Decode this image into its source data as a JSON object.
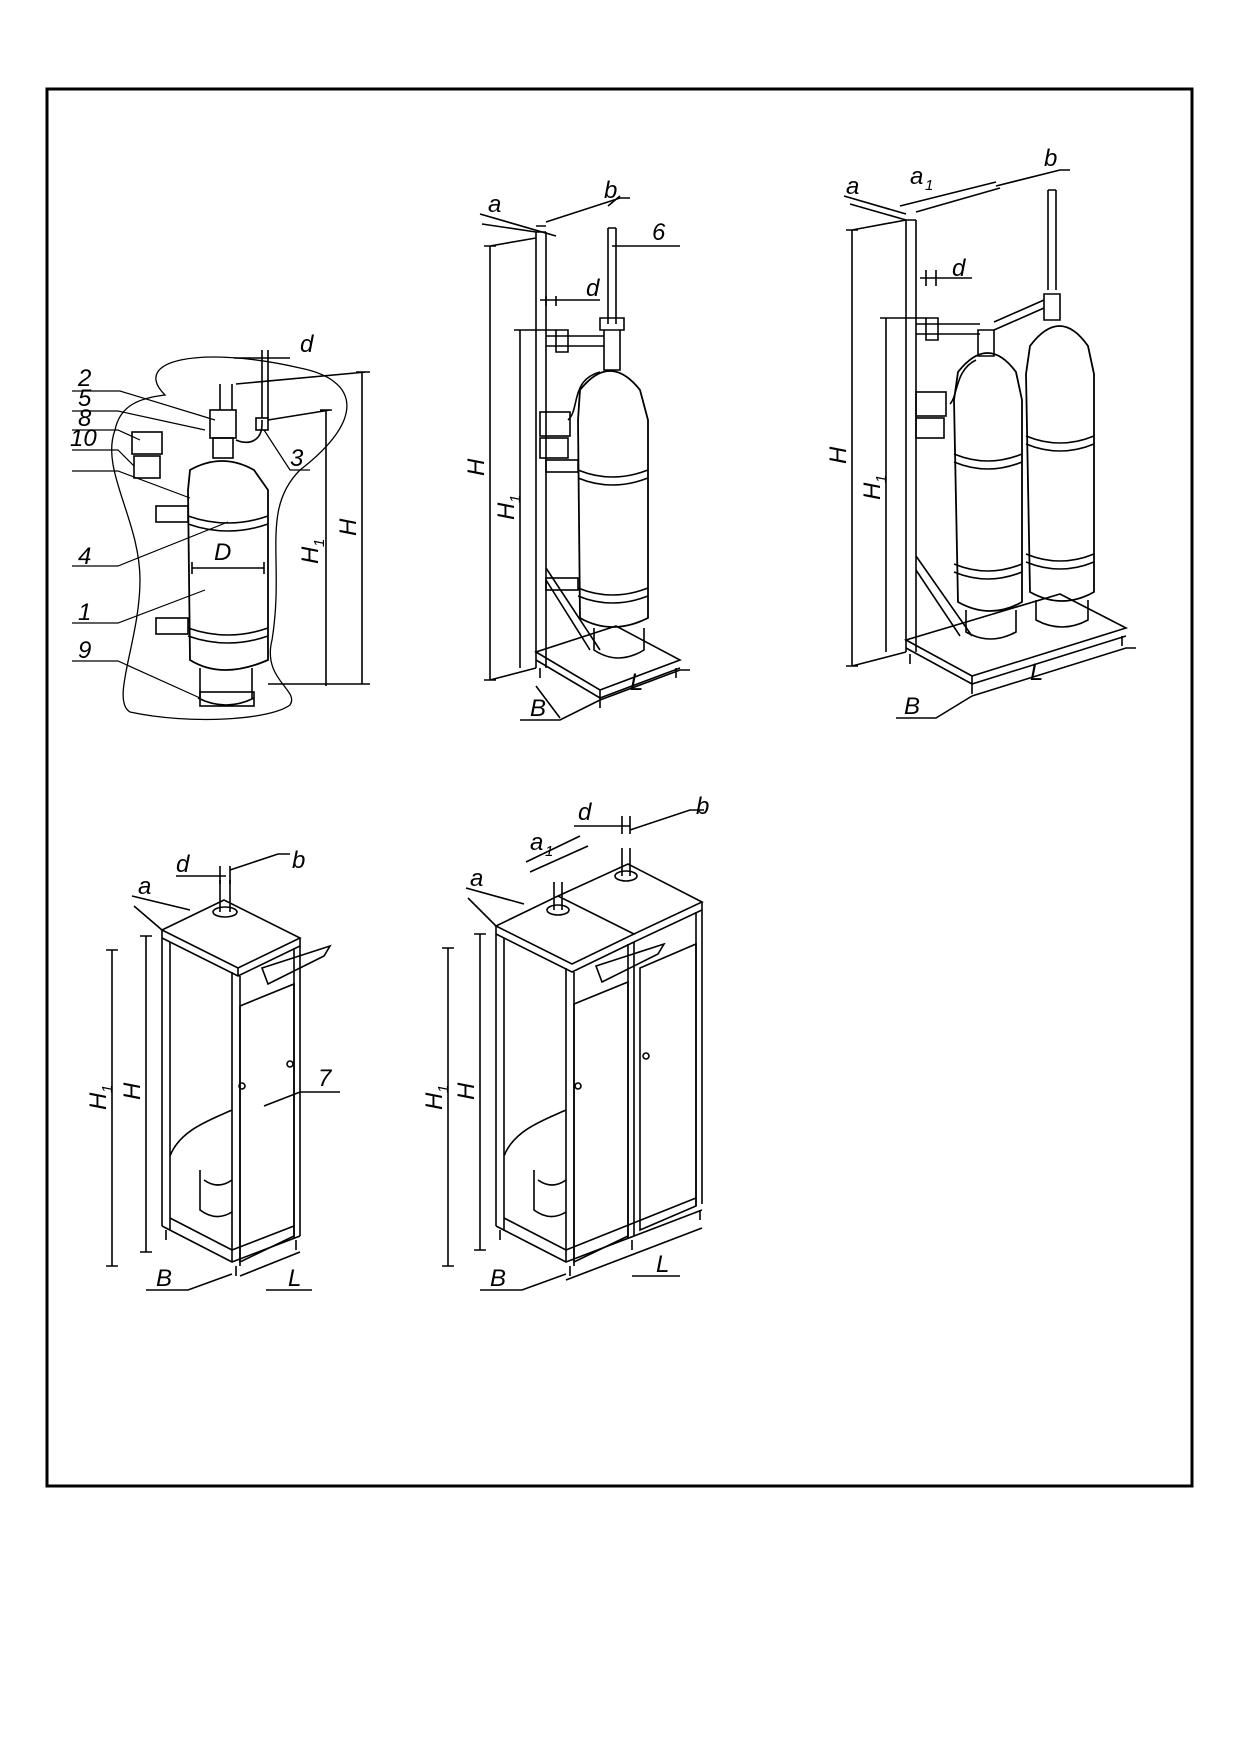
{
  "sheet": {
    "line_color": "#000000",
    "background": "#ffffff"
  },
  "fig1": {
    "callouts": [
      "2",
      "5",
      "8",
      "10",
      "4",
      "1",
      "9",
      "3"
    ],
    "dims": {
      "d": "d",
      "D": "D",
      "H": "H",
      "H1_main": "H",
      "H1_sub": "1"
    }
  },
  "fig2": {
    "callouts": [
      "6"
    ],
    "dims": {
      "a": "a",
      "b": "b",
      "d": "d",
      "H": "H",
      "H1_main": "H",
      "H1_sub": "1",
      "B": "B",
      "L": "L"
    }
  },
  "fig3": {
    "dims": {
      "a": "a",
      "a1_main": "a",
      "a1_sub": "1",
      "b": "b",
      "d": "d",
      "H": "H",
      "H1_main": "H",
      "H1_sub": "1",
      "B": "B",
      "L": "L"
    }
  },
  "fig4": {
    "callouts": [
      "7"
    ],
    "dims": {
      "a": "a",
      "b": "b",
      "d": "d",
      "H": "H",
      "H1_main": "H",
      "H1_sub": "1",
      "B": "B",
      "L": "L"
    }
  },
  "fig5": {
    "dims": {
      "a": "a",
      "a1_main": "a",
      "a1_sub": "1",
      "b": "b",
      "d": "d",
      "H": "H",
      "H1_main": "H",
      "H1_sub": "1",
      "B": "B",
      "L": "L"
    }
  }
}
